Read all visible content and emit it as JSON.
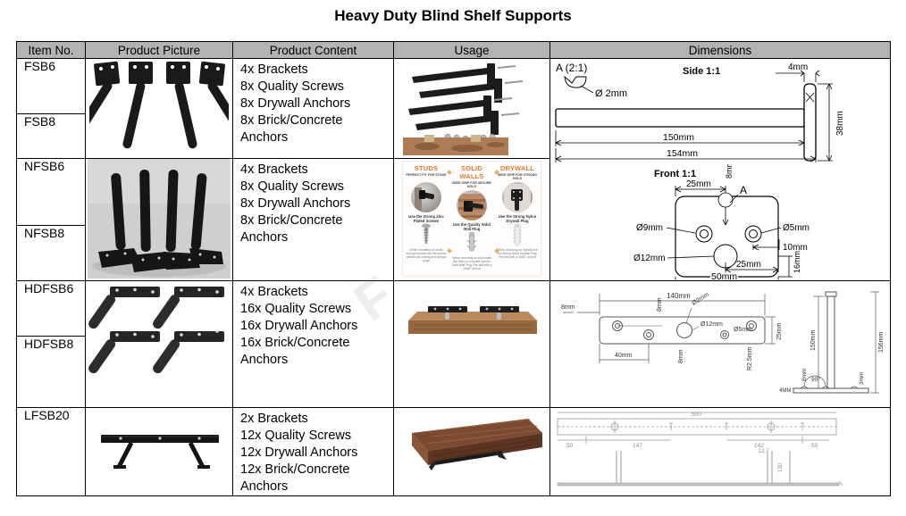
{
  "title": "Heavy Duty Blind Shelf Supports",
  "table": {
    "headers": [
      "Item No.",
      "Product Picture",
      "Product Content",
      "Usage",
      "Dimensions"
    ],
    "groups": [
      {
        "item1": "FSB6",
        "item2": "FSB8",
        "content": [
          "4x Brackets",
          "8x Quality Screws",
          "8x Drywall Anchors",
          "8x Brick/Concrete Anchors"
        ]
      },
      {
        "item1": "NFSB6",
        "item2": "NFSB8",
        "content": [
          "4x Brackets",
          "8x Quality Screws",
          "8x Drywall Anchors",
          "8x Brick/Concrete Anchors"
        ]
      },
      {
        "item1": "HDFSB6",
        "item2": "HDFSB8",
        "content": [
          "4x Brackets",
          "16x Quality Screws",
          "16x Drywall Anchors",
          "16x Brick/Concrete Anchors"
        ]
      },
      {
        "item1": "LFSB20",
        "content": [
          "2x Brackets",
          "12x Quality Screws",
          "12x Drywall Anchors",
          "12x Brick/Concrete Anchors"
        ]
      }
    ]
  },
  "usage_info": {
    "cols": [
      {
        "title": "STUDS",
        "subtitle": "PERFECT FIT FOR STUDS",
        "caption": "Use the Strong Zinc Plated Screws",
        "note": "When mounting on studs through drywall use the screws without pre-drilling and without plugs"
      },
      {
        "title": "SOLID WALLS",
        "subtitle": "WIDE GRIP FOR SECURE HOLD",
        "caption": "Use the Quality Solid Wall Plug",
        "note": "When mounting on solid walls like brick or concrete use the Solid Wall Plug. Pre-drill with a 15/64\" drill bit"
      },
      {
        "title": "DRYWALL",
        "subtitle": "WIDE GRIP FOR STRONG HOLD",
        "caption": "Use the Strong Nylon Drywall Plug",
        "note": "When mounting on drywall use the Strong Nylon Drywall Plug. Pre-drill with a 15/64\" drill bit"
      }
    ]
  },
  "dims": {
    "g12": {
      "detail_label": "A (2:1)",
      "detail_dia": "Ø 2mm",
      "side_title": "Side 1:1",
      "side_4": "4mm",
      "side_38": "38mm",
      "side_150": "150mm",
      "side_154": "154mm",
      "front_title": "Front 1:1",
      "front_25_top": "25mm",
      "front_8": "8mm",
      "front_a": "A",
      "front_9": "Ø9mm",
      "front_5": "Ø5mm",
      "front_12": "Ø12mm",
      "front_10": "10mm",
      "front_25_bot": "25mm",
      "front_16": "16mm",
      "front_50": "50mm"
    },
    "g3": {
      "d140": "140mm",
      "d8_left": "8mm",
      "d8_top": "8mm",
      "d2": "Ø2mm",
      "d12": "Ø12mm",
      "d5": "Ø5mm",
      "d25": "25mm",
      "d40": "40mm",
      "d8_bot": "8mm",
      "r25": "R2.5mm",
      "d150": "150mm",
      "d156": "156mm",
      "d8_plate": "8mm",
      "ang": "90°",
      "d4": "4MM",
      "d3": "3mm"
    },
    "g4": {
      "d500": "500",
      "d50_l": "50",
      "d147": "147",
      "d142": "142",
      "d50_r": "50",
      "d127": "12.7",
      "d130": "130"
    }
  },
  "colors": {
    "header_bg": "#b3b3b3",
    "accent_orange": "#e8792e",
    "wood": "#a9714b",
    "walnut": "#6e4530",
    "bracket_black": "#1c1c1c"
  }
}
